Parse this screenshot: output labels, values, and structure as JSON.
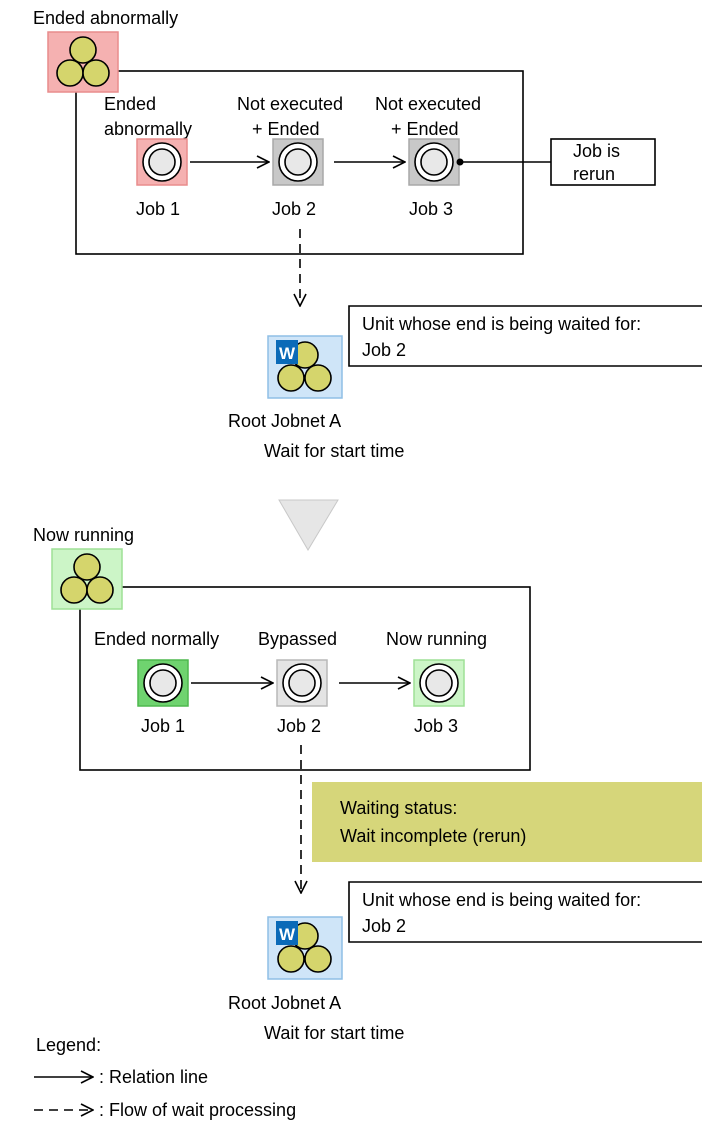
{
  "colors": {
    "abnormal_bg": "#f5b1b1",
    "abnormal_border": "#e88c8c",
    "not_executed_bg": "#c8c8c8",
    "not_executed_border": "#a8a8a8",
    "running_bg": "#ccf5c7",
    "running_border": "#9ee096",
    "normal_bg": "#6fd36f",
    "normal_border": "#4fb84f",
    "bypassed_bg": "#e4e4e4",
    "bypassed_border": "#b8b8b8",
    "root_bg": "#cfe5f8",
    "root_border": "#8fbfe6",
    "wait_badge": "#0a6ab8",
    "jobnet_circle": "#d5d56c",
    "waiting_banner": "#d6d67a"
  },
  "top": {
    "jobnet_status": "Ended abnormally",
    "jobs": [
      {
        "status_line1": "Ended",
        "status_line2": "abnormally",
        "name": "Job 1"
      },
      {
        "status_line1": "Not executed",
        "status_line2": "+ Ended",
        "name": "Job 2"
      },
      {
        "status_line1": "Not executed",
        "status_line2": "+ Ended",
        "name": "Job 3"
      }
    ],
    "rerun_callout": {
      "line1": "Job is",
      "line2": "rerun"
    },
    "root": {
      "badge": "W",
      "callout_line1": "Unit whose end is being waited for:",
      "callout_line2": "Job 2",
      "name": "Root Jobnet A",
      "status": "Wait for start time"
    }
  },
  "bottom": {
    "jobnet_status": "Now running",
    "jobs": [
      {
        "status": "Ended normally",
        "name": "Job 1"
      },
      {
        "status": "Bypassed",
        "name": "Job 2"
      },
      {
        "status": "Now running",
        "name": "Job 3"
      }
    ],
    "waiting": {
      "line1": "Waiting status:",
      "line2": "Wait incomplete (rerun)"
    },
    "root": {
      "badge": "W",
      "callout_line1": "Unit whose end is being waited for:",
      "callout_line2": "Job 2",
      "name": "Root Jobnet A",
      "status": "Wait for start time"
    }
  },
  "legend": {
    "title": "Legend:",
    "relation": ": Relation line",
    "wait_flow": ": Flow of wait processing"
  }
}
